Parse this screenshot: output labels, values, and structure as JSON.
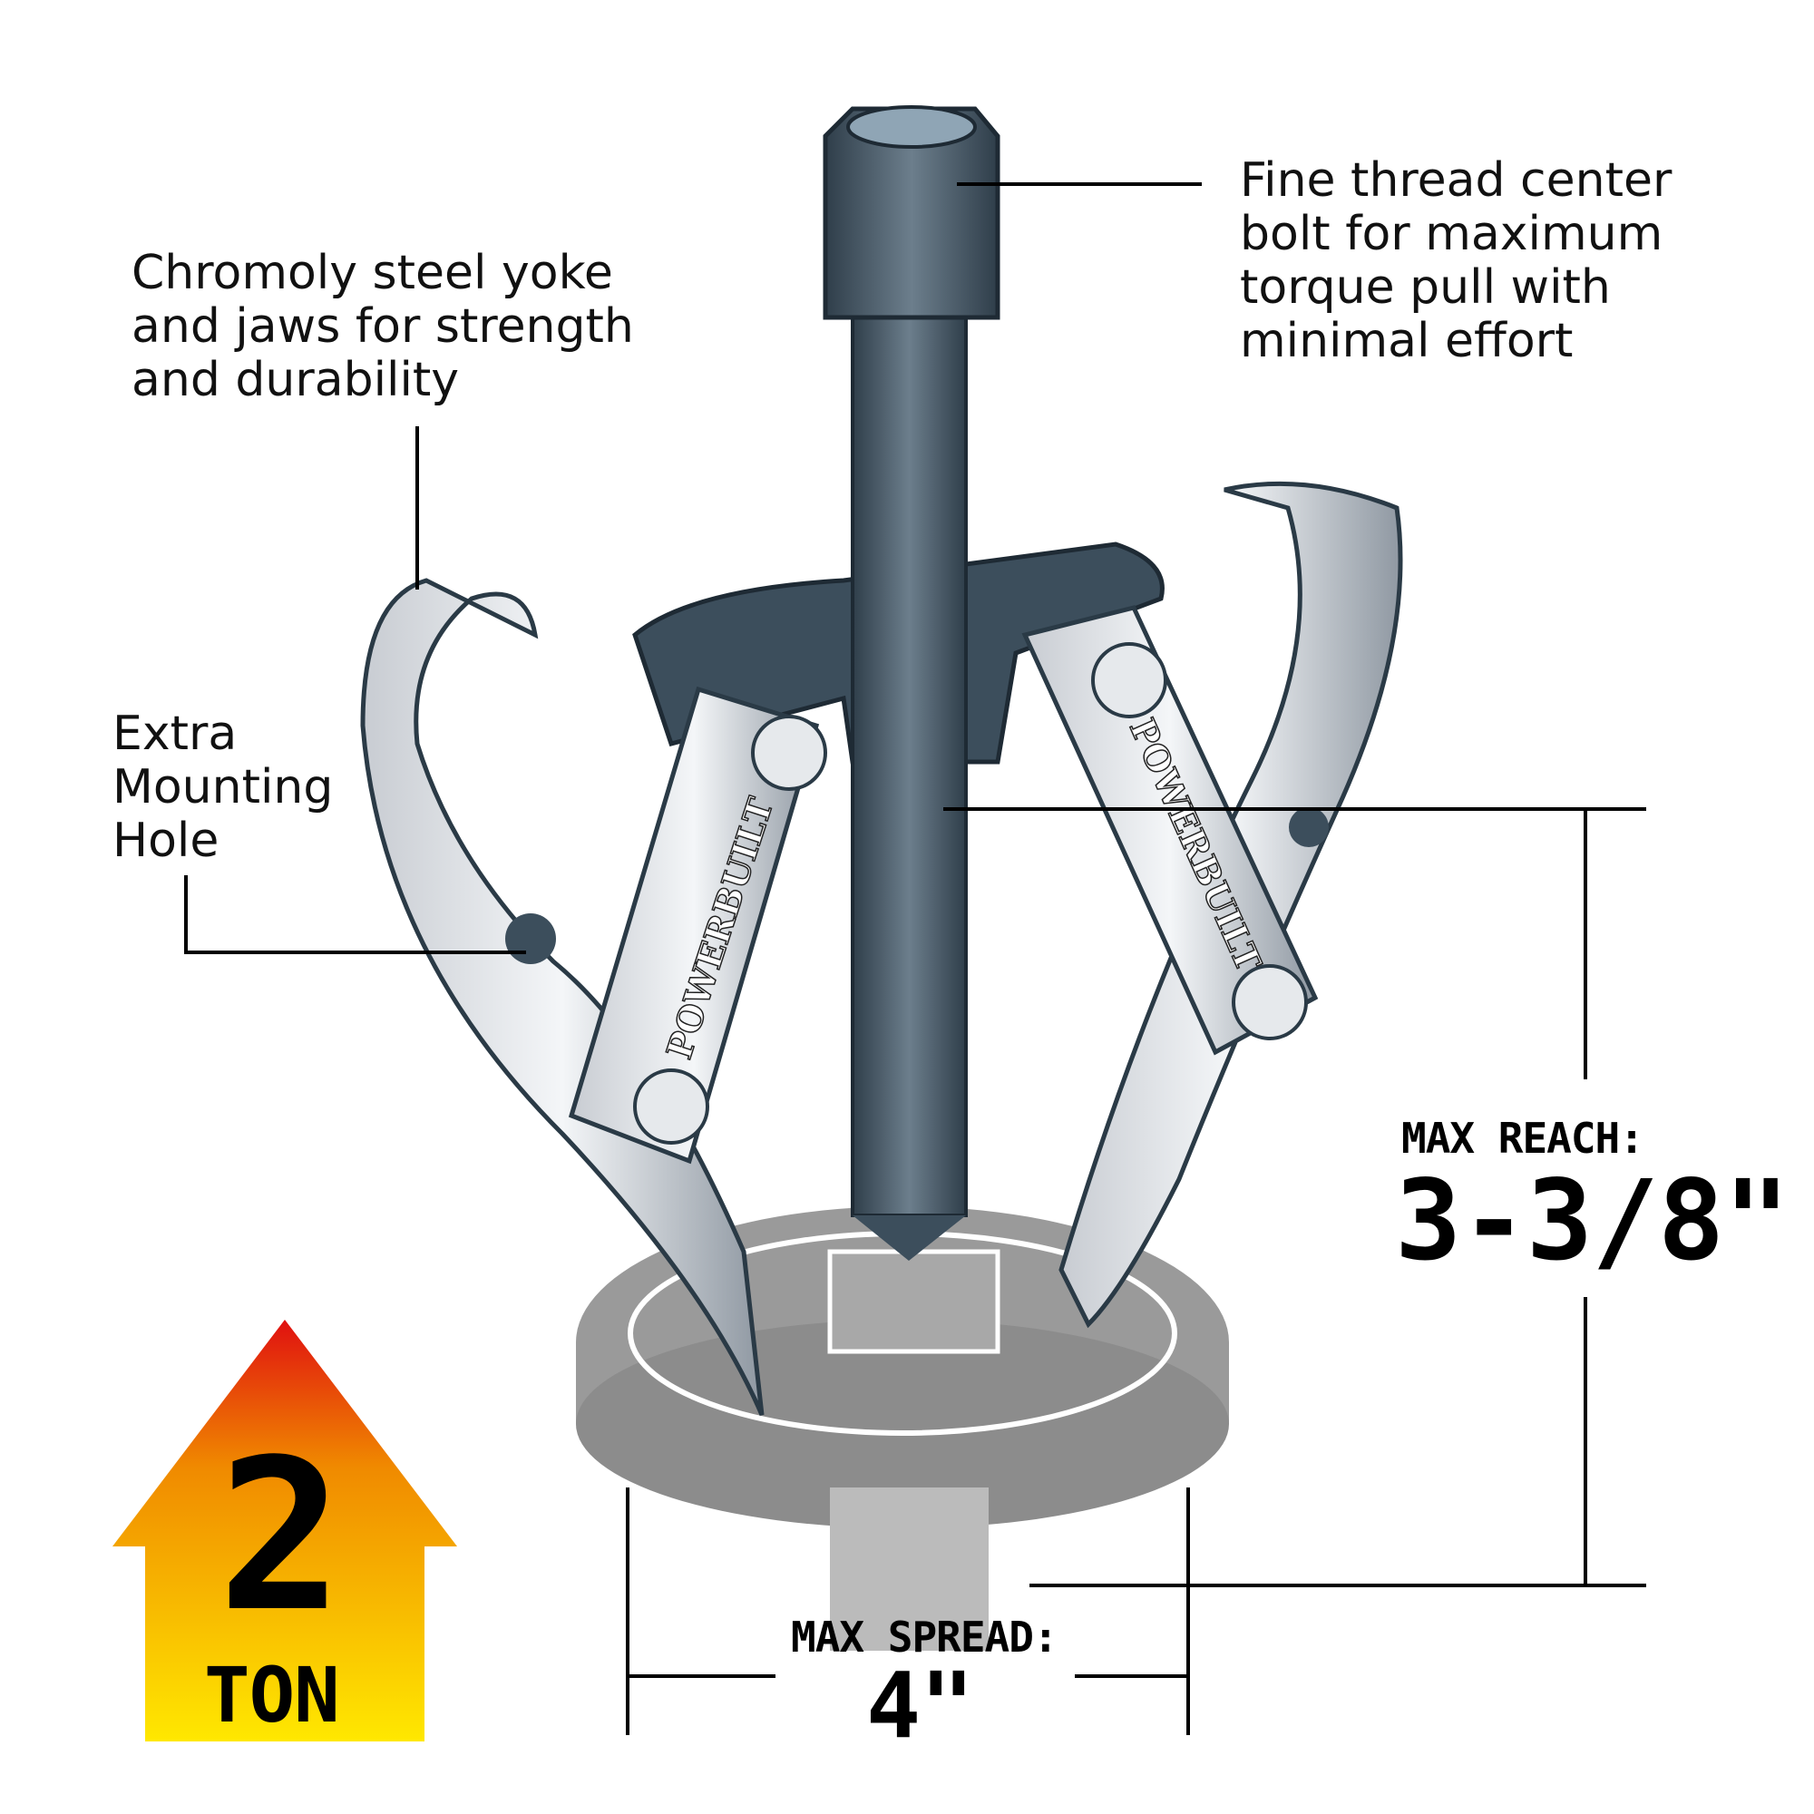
{
  "callouts": {
    "center_bolt": "Fine thread center\nbolt for maximum\ntorque pull with\nminimal effort",
    "yoke_jaws": "Chromoly steel yoke\nand jaws for strength\nand durability",
    "mounting_hole": "Extra\nMounting\nHole"
  },
  "specs": {
    "max_reach_label": "MAX REACH:",
    "max_reach_value": "3-3/8\"",
    "max_spread_label": "MAX SPREAD:",
    "max_spread_value": "4\""
  },
  "capacity_badge": {
    "value": "2",
    "unit": "TON"
  },
  "brand": {
    "name": "POWERBUILT"
  },
  "colors": {
    "arrow_top": "#e01010",
    "arrow_mid": "#f08a00",
    "arrow_bottom": "#ffe800",
    "steel_dark": "#3c4e5c",
    "gear_gray": "#9a9a9a"
  }
}
